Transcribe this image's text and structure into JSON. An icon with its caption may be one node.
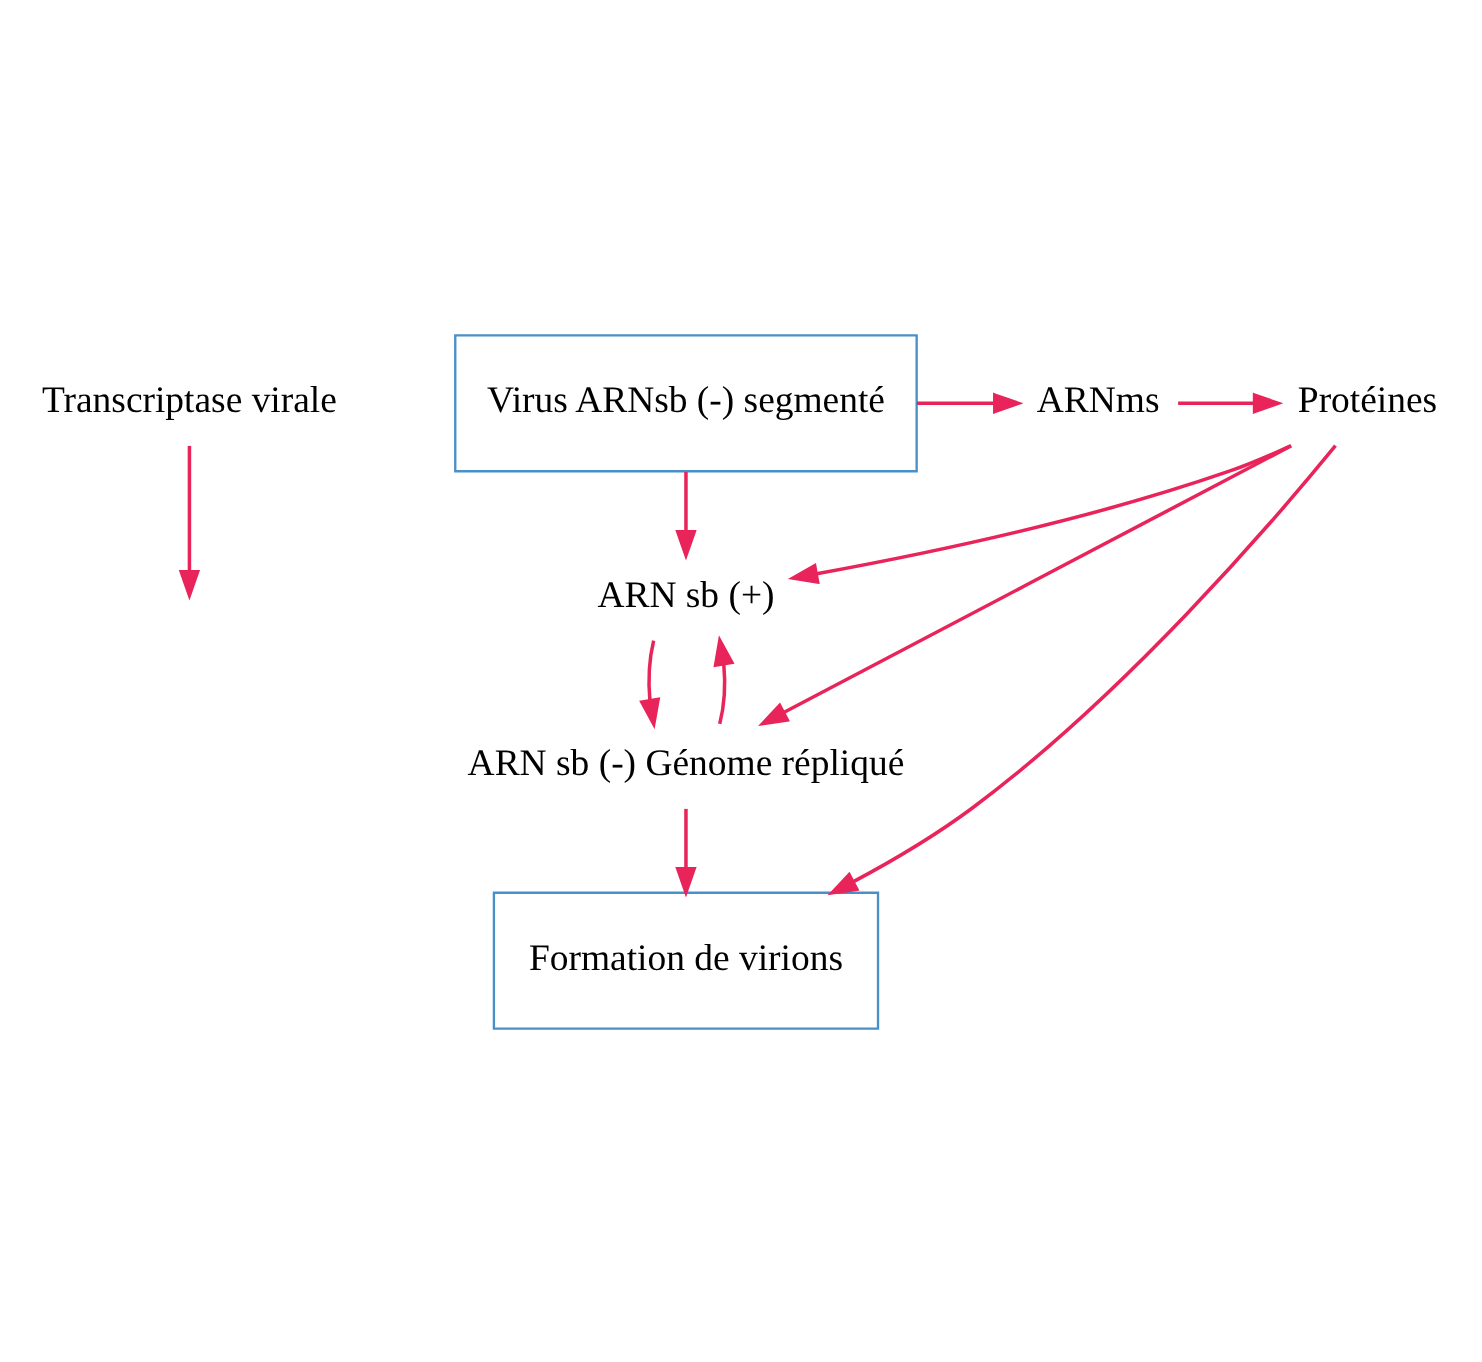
{
  "diagram": {
    "nodes": [
      {
        "text": [
          "Transcriptase virale"
        ]
      },
      {
        "text": [
          "Virus ARNsb (-) segmenté"
        ]
      },
      {
        "text": [
          "ARNms"
        ]
      },
      {
        "text": [
          "Protéines"
        ]
      },
      {
        "text": [
          "ARN sb (+)"
        ]
      },
      {
        "text": [
          "ARN sb (-) Génome répliqué"
        ]
      },
      {
        "text": [
          "Formation de virions"
        ]
      }
    ],
    "edges": [
      {
        "from": 0,
        "to": null,
        "arrow": "to",
        "color": "#e8245a"
      },
      {
        "from": 1,
        "to": 2,
        "arrow": "to",
        "color": "#e8245a"
      },
      {
        "from": 2,
        "to": 3,
        "arrow": "to",
        "color": "#e8245a"
      },
      {
        "from": 1,
        "to": 4,
        "arrow": "to",
        "color": "#e8245a"
      },
      {
        "from": 3,
        "to": 4,
        "arrow": "to",
        "color": "#e8245a"
      },
      {
        "from": 5,
        "to": 4,
        "arrow": "to",
        "color": "#e8245a"
      },
      {
        "from": 4,
        "to": 5,
        "arrow": "to",
        "color": "#e8245a"
      },
      {
        "from": 3,
        "to": 5,
        "arrow": "to",
        "color": "#e8245a"
      },
      {
        "from": 5,
        "to": 6,
        "arrow": "to",
        "color": "#e8245a"
      },
      {
        "from": 3,
        "to": 6,
        "arrow": "to",
        "color": "#e8245a"
      }
    ]
  }
}
